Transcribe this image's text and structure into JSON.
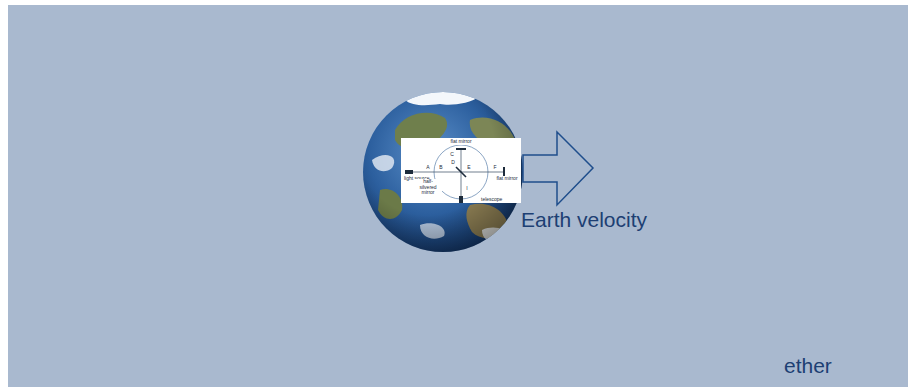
{
  "diagram": {
    "labels": [
      "Earth velocity",
      "ether",
      "flat mirror",
      "C",
      "light source",
      "A",
      "B",
      "half-silvered mirror",
      "D",
      "E",
      "F",
      "flat mirror",
      "I",
      "telescope"
    ]
  }
}
